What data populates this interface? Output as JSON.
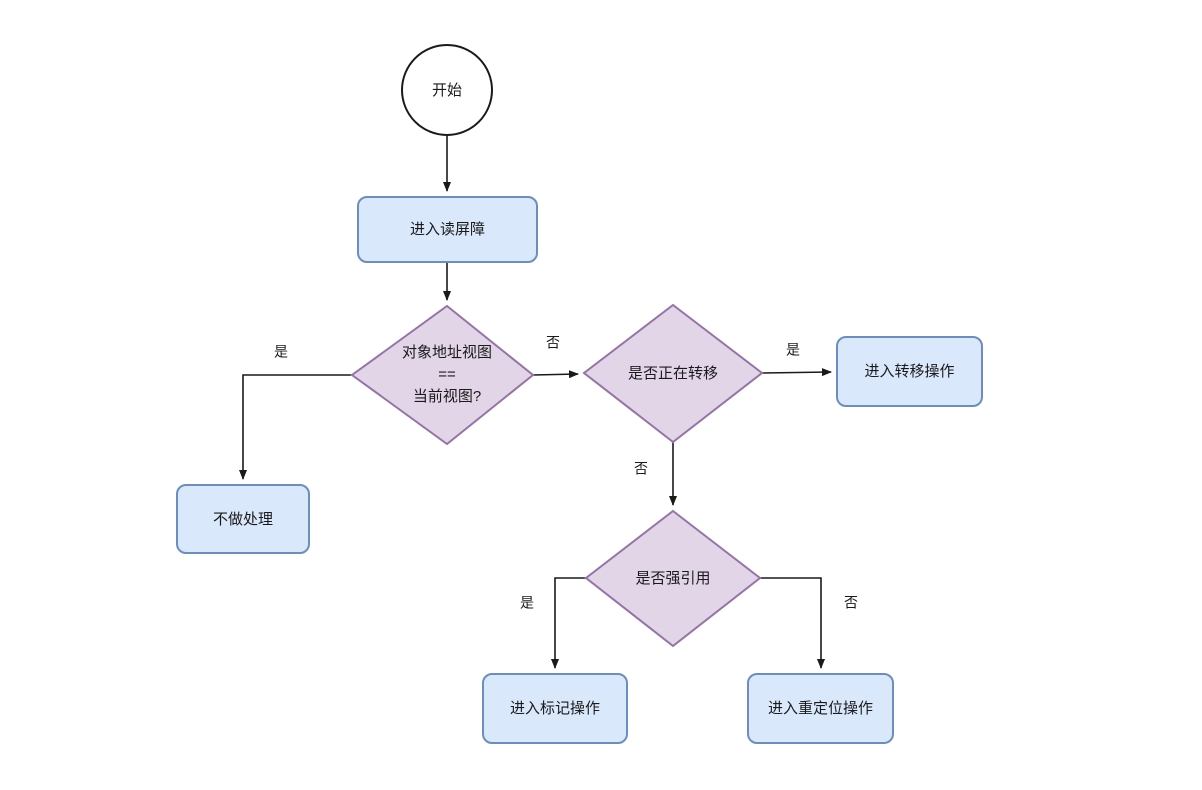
{
  "diagram": {
    "type": "flowchart",
    "title": "",
    "background": "#ffffff",
    "palette": {
      "process_fill": "#dae8fc",
      "process_stroke": "#6c8ebf",
      "decision_fill": "#e1d5e7",
      "decision_stroke": "#9673a6",
      "terminator_fill": "#ffffff",
      "terminator_stroke": "#1a1a1a",
      "edge_stroke": "#1a1a1a",
      "text_color": "#1a1a1a"
    },
    "nodes": [
      {
        "id": "start",
        "kind": "terminator",
        "label": "开始"
      },
      {
        "id": "barrier",
        "kind": "process",
        "label": "进入读屏障"
      },
      {
        "id": "view_check",
        "kind": "decision",
        "label_line1": "对象地址视图",
        "label_line2": "==",
        "label_line3": "当前视图?"
      },
      {
        "id": "noop",
        "kind": "process",
        "label": "不做处理"
      },
      {
        "id": "relocating",
        "kind": "decision",
        "label": "是否正在转移"
      },
      {
        "id": "relocate_op",
        "kind": "process",
        "label": "进入转移操作"
      },
      {
        "id": "strong_ref",
        "kind": "decision",
        "label": "是否强引用"
      },
      {
        "id": "mark_op",
        "kind": "process",
        "label": "进入标记操作"
      },
      {
        "id": "remap_op",
        "kind": "process",
        "label": "进入重定位操作"
      }
    ],
    "edges": [
      {
        "id": "e1",
        "from": "start",
        "to": "barrier",
        "label": ""
      },
      {
        "id": "e2",
        "from": "barrier",
        "to": "view_check",
        "label": ""
      },
      {
        "id": "e3",
        "from": "view_check",
        "to": "noop",
        "label": "是"
      },
      {
        "id": "e4",
        "from": "view_check",
        "to": "relocating",
        "label": "否"
      },
      {
        "id": "e5",
        "from": "relocating",
        "to": "relocate_op",
        "label": "是"
      },
      {
        "id": "e6",
        "from": "relocating",
        "to": "strong_ref",
        "label": "否"
      },
      {
        "id": "e7",
        "from": "strong_ref",
        "to": "mark_op",
        "label": "是"
      },
      {
        "id": "e8",
        "from": "strong_ref",
        "to": "remap_op",
        "label": "否"
      }
    ]
  }
}
